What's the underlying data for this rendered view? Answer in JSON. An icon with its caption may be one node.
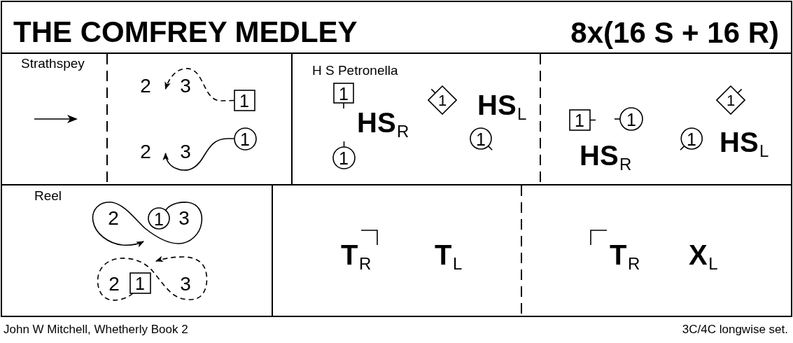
{
  "diagram": {
    "title": "THE COMFREY MEDLEY",
    "nodes": [
      {
        "text": [
          "Strathspey"
        ]
      },
      {
        "text": [
          "1"
        ],
        "in": 0
      },
      {
        "text": [
          "1"
        ],
        "in": 0
      },
      {
        "text": [
          "H S Petronella"
        ]
      },
      {
        "text": [
          "1"
        ],
        "in": 3
      },
      {
        "text": [
          "1"
        ],
        "in": 3
      },
      {
        "text": [
          "1"
        ],
        "in": 3
      },
      {
        "text": [
          "1"
        ],
        "in": 3
      },
      {
        "text": [
          "1"
        ],
        "in": 3
      },
      {
        "text": [
          "1"
        ],
        "in": 3
      },
      {
        "text": [
          "1"
        ],
        "in": 3
      },
      {
        "text": [
          "1"
        ],
        "in": 3
      },
      {
        "text": [
          "Reel"
        ]
      },
      {
        "text": [
          "1"
        ],
        "in": 12
      },
      {
        "text": [
          "1"
        ],
        "in": 12
      },
      {
        "text": [],
        "shape": "box"
      }
    ],
    "edges": [
      {
        "from": 1,
        "to": null,
        "arrow": "to",
        "style": "dashed"
      },
      {
        "from": 2,
        "to": null,
        "arrow": "to"
      },
      {
        "from": 13,
        "to": null,
        "arrow": "to"
      },
      {
        "from": 14,
        "to": null,
        "arrow": "to",
        "style": "dashed"
      }
    ],
    "labels": [
      "8x(16 S + 16 R)",
      "2",
      "3",
      "2",
      "3",
      "HS$_{R}$",
      "HS$_{L}$",
      "HS$_{R}$",
      "HS$_{L}$",
      "2",
      "3",
      "2",
      "3",
      "T$_{R}$",
      "T$_{L}$",
      "T$_{R}$",
      "X$_{L}$",
      "John W Mitchell, Whetherly Book 2",
      "3C/4C longwise set."
    ]
  }
}
